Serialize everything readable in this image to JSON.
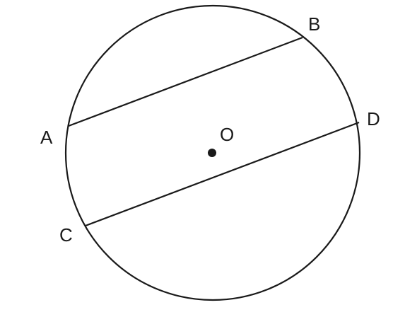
{
  "figure": {
    "points": {
      "A": "A",
      "B": "B",
      "C": "C",
      "D": "D",
      "O": "O"
    },
    "chords": [
      "AB",
      "CD"
    ],
    "center": "O"
  },
  "colors": {
    "stroke": "#1a1a1a",
    "background": "#ffffff"
  }
}
